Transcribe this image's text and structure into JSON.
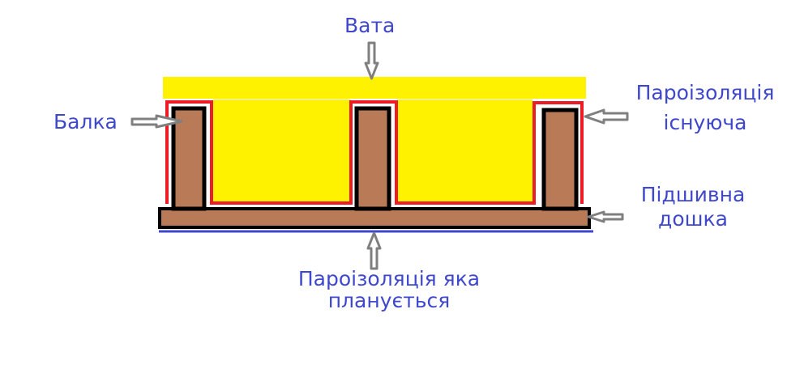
{
  "labels": {
    "wool": "Вата",
    "beam": "Балка",
    "vapor_existing_line1": "Пароізоляція",
    "vapor_existing_line2": "існуюча",
    "board_line1": "Підшивна",
    "board_line2": "дошка",
    "vapor_planned_line1": "Пароізоляція яка",
    "vapor_planned_line2": "планується"
  },
  "colors": {
    "label_text": "#3f48cc",
    "wool": "#fff200",
    "wood": "#b97a57",
    "outline": "#000000",
    "vapor_existing": "#ed1c24",
    "vapor_planned": "#3f48cc",
    "arrow": "#7f7f7f"
  },
  "diagram": {
    "beams_count": 3,
    "arrows": [
      "wool-arrow-down",
      "beam-arrow-right",
      "vapor-existing-arrow-left",
      "board-arrow-left",
      "vapor-planned-arrow-up"
    ]
  }
}
